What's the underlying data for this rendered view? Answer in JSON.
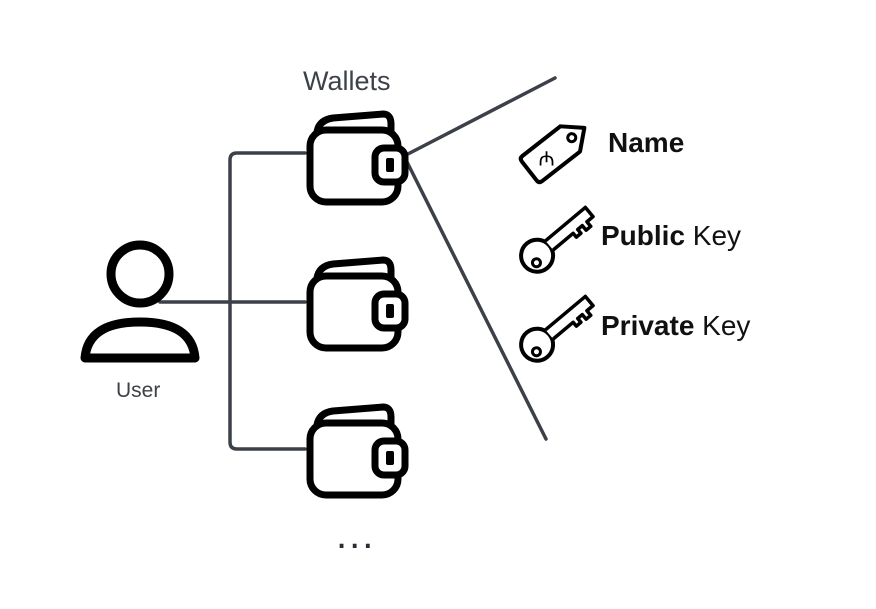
{
  "diagram": {
    "wallets_title": "Wallets",
    "user_label": "User",
    "ellipsis": "...",
    "properties": [
      {
        "bold": "Name",
        "rest": ""
      },
      {
        "bold": "Public",
        "rest": " Key"
      },
      {
        "bold": "Private",
        "rest": " Key"
      }
    ],
    "tag_symbol": "₼"
  },
  "colors": {
    "connector": "#3c4048",
    "icon_stroke": "#000000",
    "label": "#3d4148"
  }
}
